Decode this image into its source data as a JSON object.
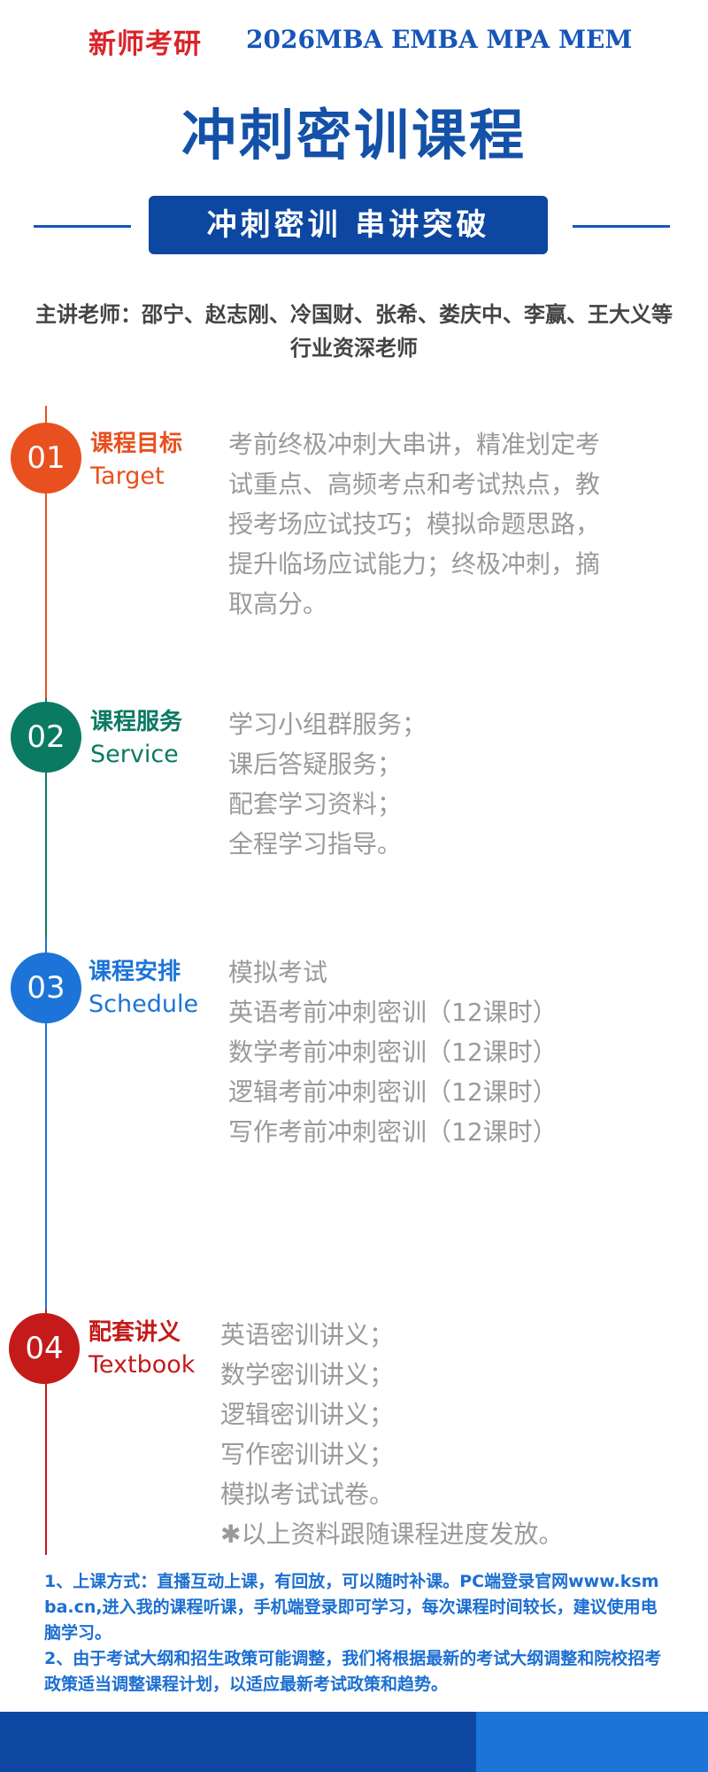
{
  "header": {
    "brand": "新师考研",
    "programs": "2026MBA EMBA MPA MEM",
    "main_title": "冲刺密训课程",
    "banner": "冲刺密训 串讲突破",
    "teachers": "主讲老师：邵宁、赵志刚、冷国财、张希、娄庆中、李赢、王大义等行业资深老师"
  },
  "sections": [
    {
      "number": "01",
      "title": "课程目标",
      "title_en": "Target",
      "color": "#e8501f",
      "lines": [
        "考前终极冲刺大串讲，精准划定考",
        "试重点、高频考点和考试热点，教",
        "授考场应试技巧；模拟命题思路，",
        "提升临场应试能力；终极冲刺，摘",
        "取高分。"
      ]
    },
    {
      "number": "02",
      "title": "课程服务",
      "title_en": "Service",
      "color": "#0b7a63",
      "lines": [
        "学习小组群服务；",
        "课后答疑服务；",
        "配套学习资料；",
        "全程学习指导。"
      ]
    },
    {
      "number": "03",
      "title": "课程安排",
      "title_en": "Schedule",
      "color": "#1c74d8",
      "lines": [
        "模拟考试",
        "英语考前冲刺密训（12课时）",
        "数学考前冲刺密训（12课时）",
        "逻辑考前冲刺密训（12课时）",
        "写作考前冲刺密训（12课时）"
      ]
    },
    {
      "number": "04",
      "title": "配套讲义",
      "title_en": "Textbook",
      "color": "#c41a1a",
      "lines": [
        "英语密训讲义；",
        "数学密训讲义；",
        "逻辑密训讲义；",
        "写作密训讲义；",
        "模拟考试试卷。",
        "✱以上资料跟随课程进度发放。"
      ]
    }
  ],
  "notes": [
    "1、上课方式：直播互动上课，有回放，可以随时补课。PC端登录官网www.ksmba.cn,进入我的课程听课，手机端登录即可学习，每次课程时间较长，建议使用电脑学习。",
    "2、由于考试大纲和招生政策可能调整，我们将根据最新的考试大纲调整和院校招考政策适当调整课程计划，以适应最新考试政策和趋势。"
  ],
  "colors": {
    "header_blue": "#1451a8",
    "banner_blue": "#0d47a1",
    "footer_left": "#0d47a1",
    "footer_right": "#1b74d8",
    "notes_blue": "#1c6fd1",
    "brand_red": "#d9242a"
  }
}
